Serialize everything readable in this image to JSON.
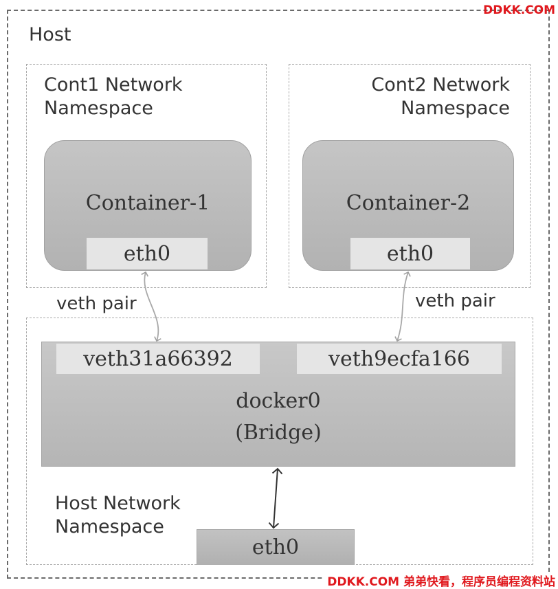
{
  "host": {
    "label": "Host"
  },
  "cont1_namespace": {
    "label_line1": "Cont1 Network",
    "label_line2": "Namespace"
  },
  "cont2_namespace": {
    "label_line1": "Cont2 Network",
    "label_line2": "Namespace"
  },
  "container1": {
    "name": "Container-1",
    "interface": "eth0"
  },
  "container2": {
    "name": "Container-2",
    "interface": "eth0"
  },
  "links": {
    "left_label": "veth pair",
    "right_label": "veth pair"
  },
  "bridge": {
    "name": "docker0",
    "type": "(Bridge)",
    "ports": [
      "veth31a66392",
      "veth9ecfa166"
    ]
  },
  "host_namespace": {
    "label_line1": "Host Network",
    "label_line2": "Namespace",
    "interface": "eth0"
  },
  "watermark": {
    "top": "DDKK.COM",
    "bottom": "DDKK.COM 弟弟快看，程序员编程资料站"
  },
  "colors": {
    "box_fill": "#b8b8b8",
    "port_fill": "#e5e5e5",
    "border_dash": "#6a6a6a",
    "watermark": "#e0191e"
  }
}
